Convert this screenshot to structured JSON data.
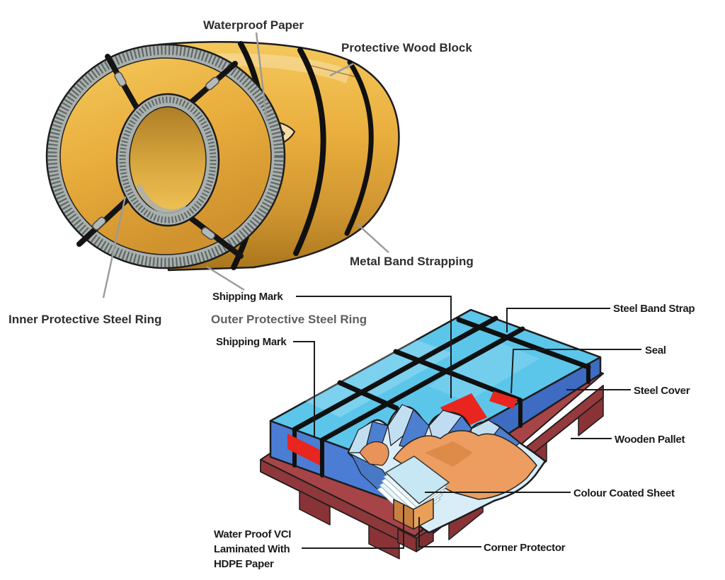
{
  "figure": {
    "coil": {
      "description": "packed steel coil illustration",
      "labels": {
        "waterproof_paper": "Waterproof Paper",
        "protective_wood_block": "Protective Wood Block",
        "metal_band_strapping": "Metal Band Strapping",
        "inner_protective_steel_ring": "Inner Protective Steel Ring",
        "outer_protective_steel_ring": "Outer Protective Steel Ring"
      }
    },
    "package": {
      "description": "colour coated sheet pallet package illustration",
      "labels": {
        "shipping_mark_top": "Shipping Mark",
        "shipping_mark_side": "Shipping Mark",
        "steel_band_strap": "Steel Band Strap",
        "seal": "Seal",
        "steel_cover": "Steel Cover",
        "wooden_pallet": "Wooden Pallet",
        "colour_coated_sheet": "Colour Coated Sheet",
        "corner_protector": "Corner Protector",
        "waterproof_vci_line1": "Water Proof VCI",
        "waterproof_vci_line2": "Laminated With",
        "waterproof_vci_line3": "HDPE Paper"
      }
    },
    "colors": {
      "coil_gold": "#E9AD3C",
      "ring_gray": "#A9B0AE",
      "strap_black": "#101010",
      "cover_top_cyan": "#5CC6EA",
      "cover_side_blue": "#4677D2",
      "pallet_maroon": "#A64448",
      "mark_red": "#E8251E",
      "vci_paper_orange": "#EC9D5F",
      "sheet_light_blue": "#C6E7F3",
      "leader_gray": "#9A9A9A"
    }
  }
}
